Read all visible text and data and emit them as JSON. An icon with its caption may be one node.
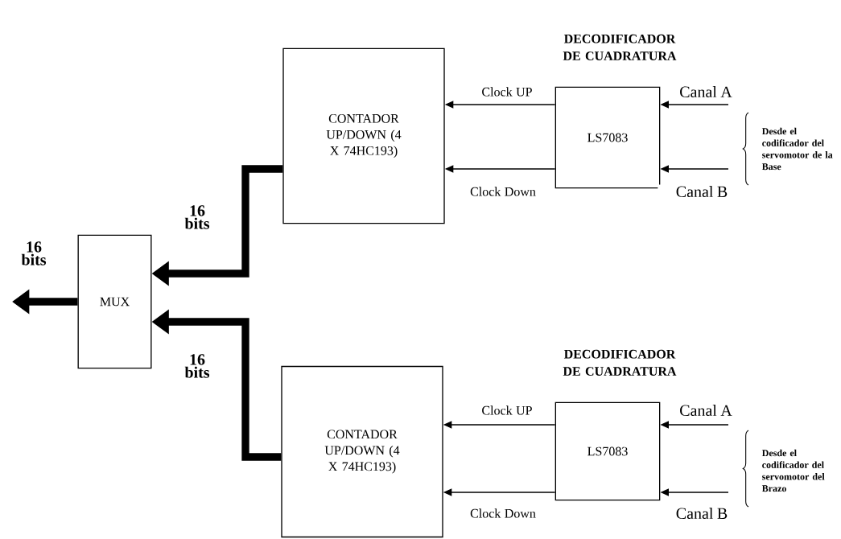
{
  "diagram": {
    "nodes": [
      {
        "text": [
          "MUX"
        ]
      },
      {
        "text": [
          "CONTADOR UP/DOWN (4 X 74HC193)"
        ]
      },
      {
        "text": [
          "LS7083"
        ],
        "beside": [
          "DECODIFICADOR DE CUADRATURA"
        ]
      },
      {
        "text": [
          "CONTADOR UP/DOWN (4 X 74HC193)"
        ]
      },
      {
        "text": [
          "LS7083"
        ],
        "beside": [
          "DECODIFICADOR DE CUADRATURA"
        ]
      }
    ],
    "edges": [
      {
        "from": 0,
        "to": null,
        "arrow": "to",
        "style": "thick",
        "label": "16 bits"
      },
      {
        "from": 1,
        "to": 0,
        "arrow": "to",
        "style": "thick",
        "label": "16 bits"
      },
      {
        "from": 3,
        "to": 0,
        "arrow": "to",
        "style": "thick",
        "label": "16 bits"
      },
      {
        "from": 2,
        "to": 1,
        "arrow": "to",
        "label": "Clock UP"
      },
      {
        "from": 2,
        "to": 1,
        "arrow": "to",
        "label": "Clock Down"
      },
      {
        "from": null,
        "to": 2,
        "arrow": "to",
        "label": "Canal A"
      },
      {
        "from": null,
        "to": 2,
        "arrow": "to",
        "label": "Canal B"
      },
      {
        "from": 4,
        "to": 3,
        "arrow": "to",
        "label": "Clock UP"
      },
      {
        "from": 4,
        "to": 3,
        "arrow": "to",
        "label": "Clock Down"
      },
      {
        "from": null,
        "to": 4,
        "arrow": "to",
        "label": "Canal A"
      },
      {
        "from": null,
        "to": 4,
        "arrow": "to",
        "label": "Canal B"
      }
    ],
    "labels": [
      "Desde el codificador del servomotor de la Base",
      "Desde el codificador del servomotor del Brazo"
    ]
  }
}
